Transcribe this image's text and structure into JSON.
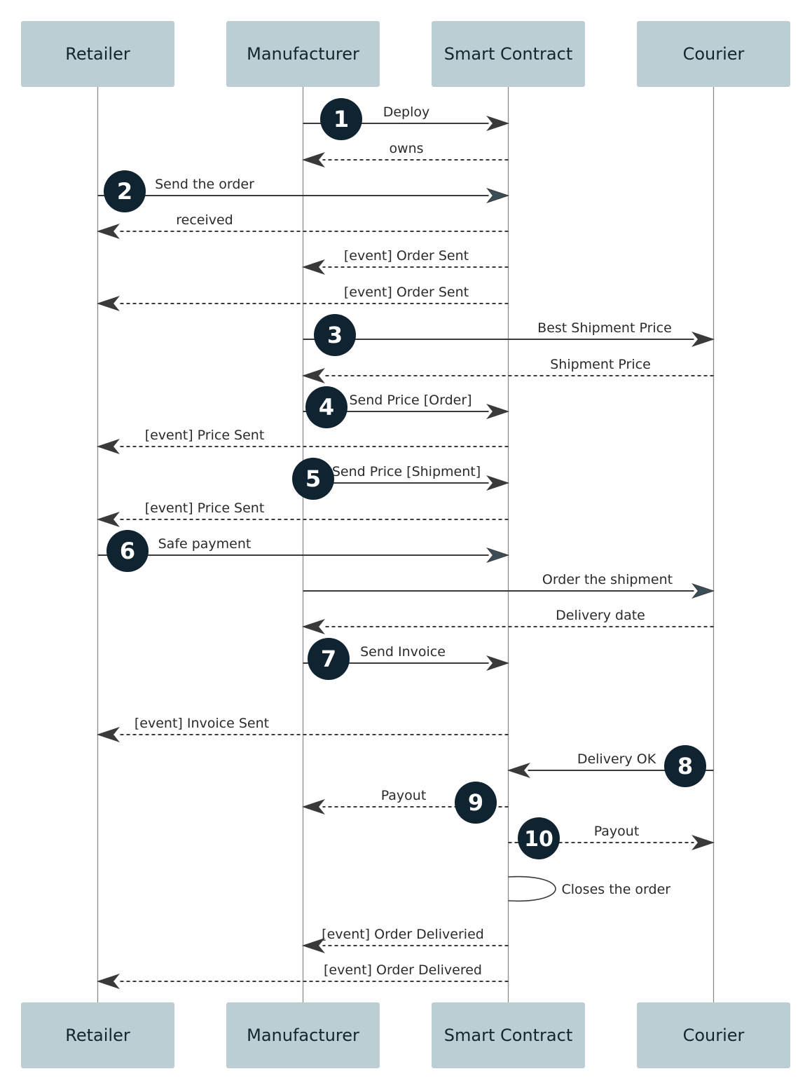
{
  "actors": [
    "Retailer",
    "Manufacturer",
    "Smart Contract",
    "Courier"
  ],
  "colors": {
    "actor_box": "#bccdd3",
    "actor_text": "#13252f",
    "lifeline": "#8a8a8a",
    "arrow": "#3a3a3a",
    "badge": "#0f2330",
    "badge_text": "#ffffff",
    "text": "#2b2b2b"
  },
  "messages": [
    {
      "from": "Manufacturer",
      "to": "Smart Contract",
      "label": "Deploy",
      "style": "solid",
      "step": "1"
    },
    {
      "from": "Smart Contract",
      "to": "Manufacturer",
      "label": "owns",
      "style": "dashed"
    },
    {
      "from": "Retailer",
      "to": "Smart Contract",
      "label": "Send the order",
      "style": "solid",
      "step": "2"
    },
    {
      "from": "Smart Contract",
      "to": "Retailer",
      "label": "received",
      "style": "dashed"
    },
    {
      "from": "Smart Contract",
      "to": "Manufacturer",
      "label": "[event] Order Sent",
      "style": "dashed"
    },
    {
      "from": "Smart Contract",
      "to": "Retailer",
      "label": "[event] Order Sent",
      "style": "dashed"
    },
    {
      "from": "Manufacturer",
      "to": "Courier",
      "label": "Best Shipment Price",
      "style": "solid",
      "step": "3"
    },
    {
      "from": "Courier",
      "to": "Manufacturer",
      "label": "Shipment Price",
      "style": "dashed"
    },
    {
      "from": "Manufacturer",
      "to": "Smart Contract",
      "label": "Send Price [Order]",
      "style": "solid",
      "step": "4"
    },
    {
      "from": "Smart Contract",
      "to": "Retailer",
      "label": "[event] Price Sent",
      "style": "dashed"
    },
    {
      "from": "Manufacturer",
      "to": "Smart Contract",
      "label": "Send Price [Shipment]",
      "style": "solid",
      "step": "5"
    },
    {
      "from": "Smart Contract",
      "to": "Retailer",
      "label": "[event] Price Sent",
      "style": "dashed"
    },
    {
      "from": "Retailer",
      "to": "Smart Contract",
      "label": "Safe payment",
      "style": "solid",
      "step": "6"
    },
    {
      "from": "Manufacturer",
      "to": "Courier",
      "label": "Order the shipment",
      "style": "solid"
    },
    {
      "from": "Courier",
      "to": "Manufacturer",
      "label": "Delivery date",
      "style": "dashed"
    },
    {
      "from": "Manufacturer",
      "to": "Smart Contract",
      "label": "Send Invoice",
      "style": "solid",
      "step": "7"
    },
    {
      "from": "Smart Contract",
      "to": "Retailer",
      "label": "[event] Invoice Sent",
      "style": "dashed"
    },
    {
      "from": "Courier",
      "to": "Smart Contract",
      "label": "Delivery OK",
      "style": "solid",
      "step": "8"
    },
    {
      "from": "Smart Contract",
      "to": "Manufacturer",
      "label": "Payout",
      "style": "dashed",
      "step": "9"
    },
    {
      "from": "Smart Contract",
      "to": "Courier",
      "label": "Payout",
      "style": "dashed",
      "step": "10"
    },
    {
      "from": "Smart Contract",
      "to": "Smart Contract",
      "label": "Closes the order",
      "style": "self"
    },
    {
      "from": "Smart Contract",
      "to": "Manufacturer",
      "label": "[event] Order Deliveried",
      "style": "dashed"
    },
    {
      "from": "Smart Contract",
      "to": "Retailer",
      "label": "[event] Order Delivered",
      "style": "dashed"
    }
  ]
}
